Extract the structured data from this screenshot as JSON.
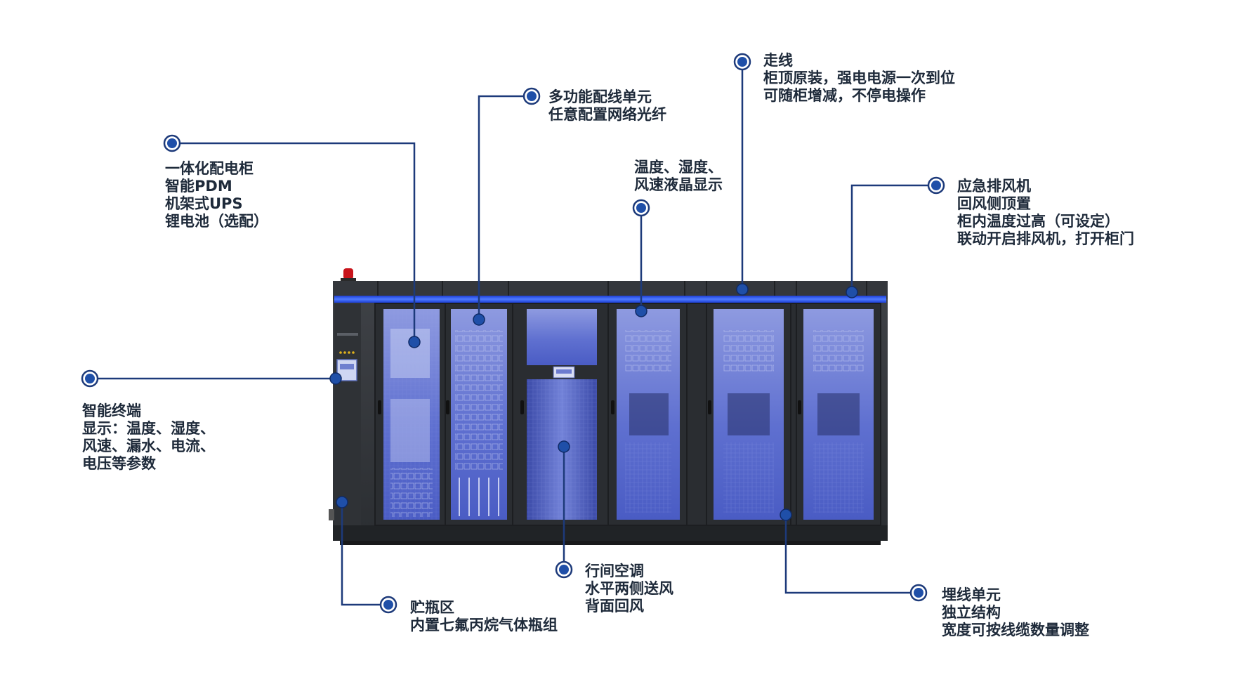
{
  "colors": {
    "connector": "#1d3a7a",
    "dot_fill": "#1f4fa8",
    "cabinet_frame": "#3a3d42",
    "cabinet_dark": "#26292d",
    "glass": "#5e6fd0",
    "light_bar": "#3a6bff",
    "text": "#1e2a3a"
  },
  "callouts": [
    {
      "id": "power-cabinet",
      "lines": [
        "一体化配电柜",
        "智能PDM",
        "机架式UPS",
        "锂电池（选配）"
      ]
    },
    {
      "id": "wiring-unit",
      "lines": [
        "多功能配线单元",
        "任意配置网络光纤"
      ]
    },
    {
      "id": "cabling",
      "lines": [
        "走线",
        "柜顶原装，强电电源一次到位",
        "可随柜增减，不停电操作"
      ]
    },
    {
      "id": "lcd-display",
      "lines": [
        "温度、湿度、",
        "风速液晶显示"
      ]
    },
    {
      "id": "exhaust-fan",
      "lines": [
        "应急排风机",
        "回风侧顶置",
        "柜内温度过高（可设定）",
        "联动开启排风机，打开柜门"
      ]
    },
    {
      "id": "smart-terminal",
      "lines": [
        "智能终端",
        "显示：温度、湿度、",
        "风速、漏水、电流、",
        "电压等参数"
      ]
    },
    {
      "id": "bottle-zone",
      "lines": [
        "贮瓶区",
        "内置七氟丙烷气体瓶组"
      ]
    },
    {
      "id": "inrow-ac",
      "lines": [
        "行间空调",
        "水平两侧送风",
        "背面回风"
      ]
    },
    {
      "id": "cable-unit",
      "lines": [
        "埋线单元",
        "独立结构",
        "宽度可按线缆数量调整"
      ]
    }
  ]
}
